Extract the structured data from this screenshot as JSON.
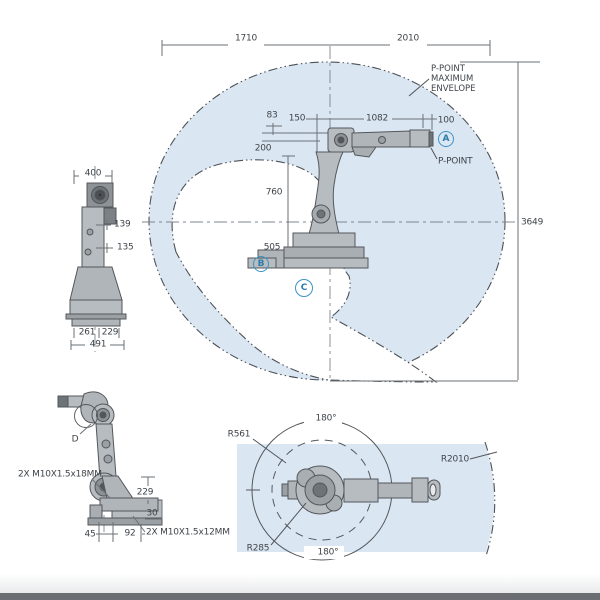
{
  "colors": {
    "envelope_fill": "#dbe6f3",
    "outline": "#4e5357",
    "dimension_line": "#6b7175",
    "centerline": "#7e858c",
    "text": "#3f4449",
    "badge_ring": "#3e93c4",
    "badge_text": "#2b7cab",
    "robot_light": "#b7bcc0",
    "robot_dark": "#6e7377"
  },
  "main_view": {
    "dim_top_left": "1710",
    "dim_top_right": "2010",
    "dim_height": "3649",
    "envelope_note": "P-POINT\nMAXIMUM\nENVELOPE",
    "p_point": "P-POINT",
    "dim_83": "83",
    "dim_150": "150",
    "dim_1082": "1082",
    "dim_100": "100",
    "dim_200": "200",
    "dim_760": "760",
    "dim_505": "505",
    "badge_a": "A",
    "badge_b": "B",
    "badge_c": "C"
  },
  "side_view": {
    "dim_400": "400",
    "dim_139": "139",
    "dim_135": "135",
    "dim_261": "261",
    "dim_229": "229",
    "dim_491": "491"
  },
  "mount_view": {
    "detail_label": "D",
    "bolts_top": "2X M10X1.5x18MM",
    "bolts_bottom": "2X M10X1.5x12MM",
    "dim_229": "229",
    "dim_30": "30",
    "dim_45": "45",
    "dim_92": "92"
  },
  "top_view": {
    "radius_mid": "R561",
    "radius_max": "R2010",
    "radius_inner": "R285",
    "angle_top": "180°",
    "angle_bottom": "180°"
  }
}
